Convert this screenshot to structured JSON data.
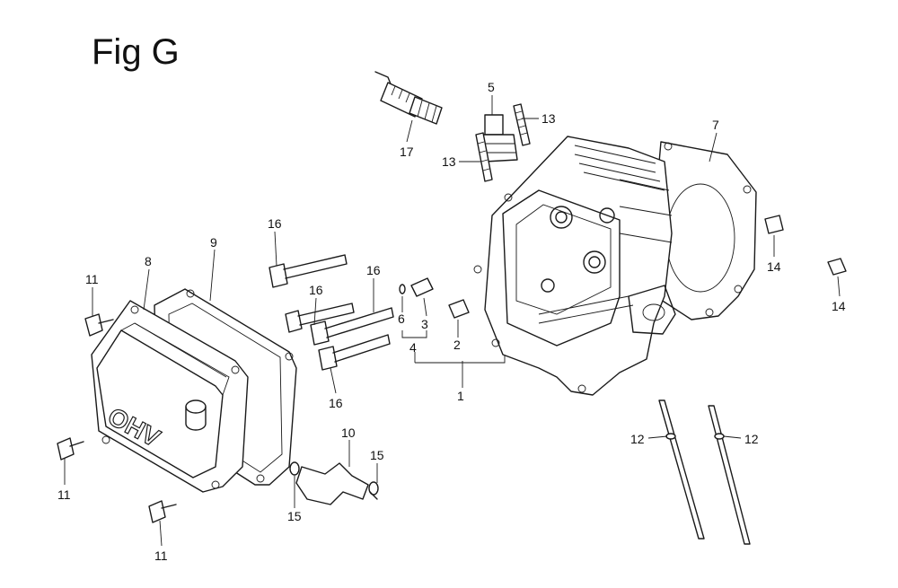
{
  "title": "Fig G",
  "callouts": {
    "c1": "1",
    "c2": "2",
    "c3": "3",
    "c4": "4",
    "c5": "5",
    "c6": "6",
    "c7": "7",
    "c8": "8",
    "c9": "9",
    "c10": "10",
    "c11a": "11",
    "c11b": "11",
    "c11c": "11",
    "c12a": "12",
    "c12b": "12",
    "c13a": "13",
    "c13b": "13",
    "c14a": "14",
    "c14b": "14",
    "c15a": "15",
    "c15b": "15",
    "c16a": "16",
    "c16b": "16",
    "c16c": "16",
    "c16d": "16",
    "c17": "17"
  },
  "cover_lettering": "OHV"
}
